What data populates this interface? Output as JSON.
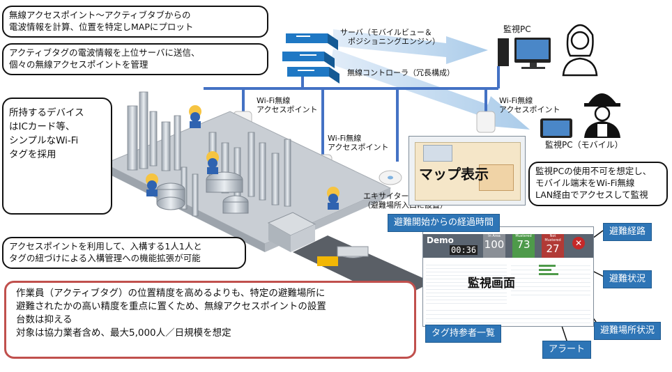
{
  "callouts": {
    "top1": [
      "無線アクセスポイント～アクティブタブからの",
      "電波情報を計算、位置を特定しMAPにプロット"
    ],
    "top2": [
      "アクティブタグの電波情報を上位サーバに送信、",
      "個々の無線アクセスポイントを管理"
    ],
    "devices": [
      "所持するデバイス",
      "はICカード等、",
      "シンプルなWi-Fi",
      "タグを採用"
    ],
    "entry": [
      "アクセスポイントを利用して、入構する1人1人と",
      "タグの紐づけによる入構管理への機能拡張が可能"
    ],
    "mobile": [
      "監視PCの使用不可を想定し、",
      "モバイル端末をWi-Fi無線",
      "LAN経由でアクセスして監視"
    ]
  },
  "labels": {
    "server": "サーバ（モバイルビュー＆\n　ポジショニングエンジン）",
    "controller": "無線コントローラ（冗長構成）",
    "monitor_pc": "監視PC",
    "monitor_pc_mobile": "監視PC（モバイル）",
    "ap1": "Wi-Fi無線\nアクセスポイント",
    "ap2": "Wi-Fi無線\nアクセスポイント",
    "ap3": "Wi-Fi無線\nアクセスポイント",
    "exciter": "エキサイター\n（避難場所入口に設置）",
    "map_display": "マップ表示",
    "monitor_screen": "監視画面"
  },
  "bluebox": {
    "elapsed": "避難開始からの経過時間",
    "route": "避難経路",
    "status": "避難状況",
    "shelter": "避難場所状況",
    "tags": "タグ持参者一覧",
    "alert": "アラート"
  },
  "redbox": [
    "作業員（アクティブタグ）の位置精度を高めるよりも、特定の避難場所に",
    "避難されたかの高い精度を重点に置くため、無線アクセスポイントの設置",
    "台数は抑える",
    "対象は協力業者含め、最大5,000人／日規模を想定"
  ],
  "dashboard": {
    "title": "Demo",
    "timer": "00:36",
    "tiles": [
      {
        "label": "In Area",
        "value": "100",
        "color": "#8a8f96"
      },
      {
        "label": "Mustered",
        "value": "73",
        "color": "#4e9a4a"
      },
      {
        "label": "Not Mustered",
        "value": "27",
        "color": "#b13a36"
      }
    ]
  },
  "colors": {
    "network": "#4472c4",
    "callout_red": "#c0504d",
    "accent_blue": "#2e75b6"
  }
}
